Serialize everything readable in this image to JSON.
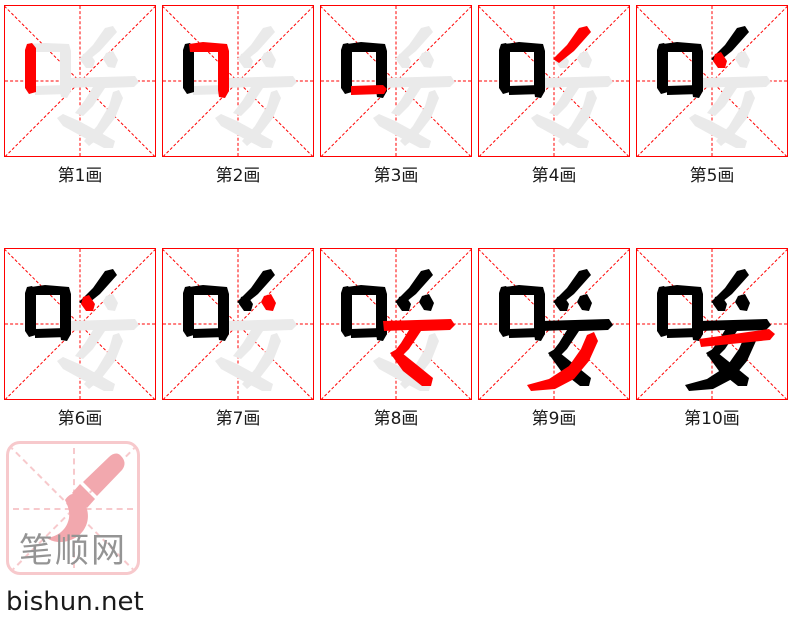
{
  "character": "嗳",
  "colors": {
    "grid_border": "#ff0000",
    "guide_line": "#ff0000",
    "active_stroke": "#ff0000",
    "done_stroke": "#000000",
    "ghost_stroke": "#eaeaea",
    "logo_pink": "#f7c9cc",
    "logo_brush": "#f2a8ae",
    "logo_text": "#949494",
    "url_text": "#1a1a1a"
  },
  "rows": [
    {
      "cells": [
        {
          "label": "第1画",
          "step": 1
        },
        {
          "label": "第2画",
          "step": 2
        },
        {
          "label": "第3画",
          "step": 3
        },
        {
          "label": "第4画",
          "step": 4
        },
        {
          "label": "第5画",
          "step": 5
        }
      ]
    },
    {
      "cells": [
        {
          "label": "第6画",
          "step": 6
        },
        {
          "label": "第7画",
          "step": 7
        },
        {
          "label": "第8画",
          "step": 8
        },
        {
          "label": "第9画",
          "step": 9
        },
        {
          "label": "第10画",
          "step": 10
        }
      ]
    }
  ],
  "strokes": [
    {
      "index": 1,
      "name": "shu-left-of-mouth"
    },
    {
      "index": 2,
      "name": "heng-zhe-of-mouth"
    },
    {
      "index": 3,
      "name": "heng-bottom-of-mouth"
    },
    {
      "index": 4,
      "name": "pie-top-of-ai"
    },
    {
      "index": 5,
      "name": "dian-upper-right"
    },
    {
      "index": 6,
      "name": "dian-middle"
    },
    {
      "index": 7,
      "name": "dian-right"
    },
    {
      "index": 8,
      "name": "heng-pie-gou"
    },
    {
      "index": 9,
      "name": "heng-pie-long"
    },
    {
      "index": 10,
      "name": "heng-final"
    }
  ],
  "footer": {
    "logo_text": "笔顺网",
    "site_url": "bishun.net"
  }
}
